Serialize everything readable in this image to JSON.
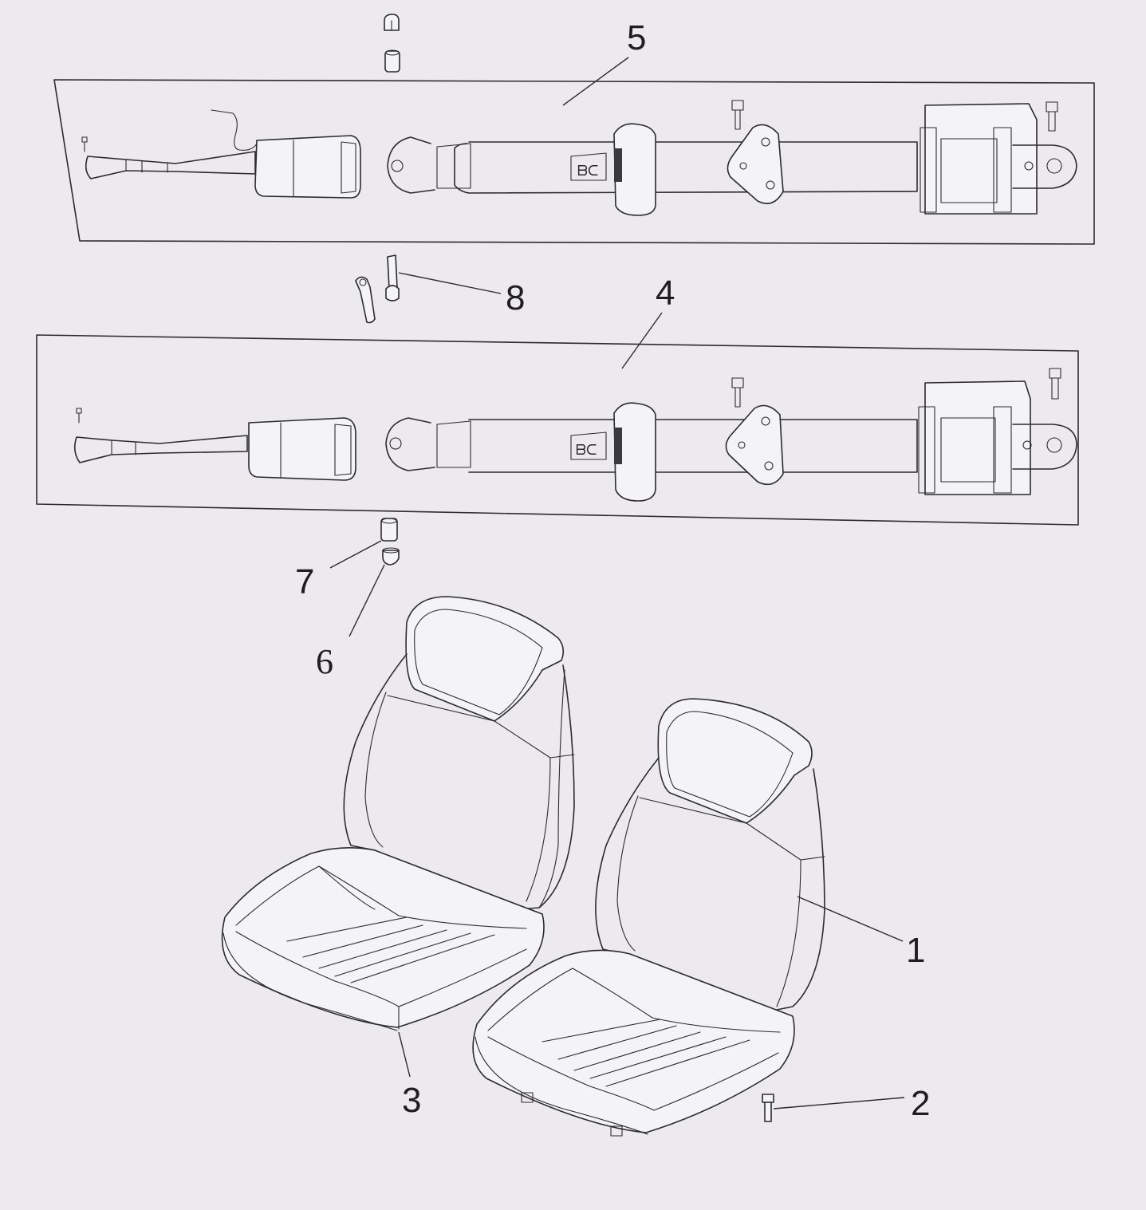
{
  "diagram": {
    "background": "#eceaee",
    "line_color": "#2b2b2e",
    "callouts": [
      {
        "id": "callout-1",
        "label": "1",
        "part": "seat-right"
      },
      {
        "id": "callout-2",
        "label": "2",
        "part": "seat-bolt"
      },
      {
        "id": "callout-3",
        "label": "3",
        "part": "seat-left"
      },
      {
        "id": "callout-4",
        "label": "4",
        "part": "seat-belt-lower"
      },
      {
        "id": "callout-5",
        "label": "5",
        "part": "seat-belt-upper"
      },
      {
        "id": "callout-6",
        "label": "6",
        "part": "nut"
      },
      {
        "id": "callout-7",
        "label": "7",
        "part": "spacer"
      },
      {
        "id": "callout-8",
        "label": "8",
        "part": "bolt"
      }
    ]
  }
}
